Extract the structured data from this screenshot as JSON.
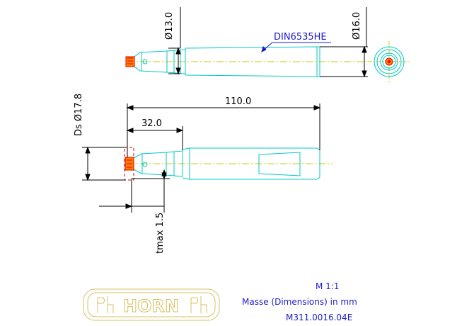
{
  "drawing": {
    "top_view": {
      "dim_shank_diameter": "Ø13.0",
      "dim_body_diameter": "Ø16.0",
      "standard_callout": "DIN6535HE"
    },
    "side_view": {
      "dim_overall_length": "110.0",
      "dim_head_length": "32.0",
      "dim_swing_diameter": "Ds Ø17.8",
      "dim_depth": "tmax 1.5"
    },
    "logo": {
      "text": "HORN"
    },
    "info_block": {
      "scale": "M 1:1",
      "units": "Masse (Dimensions) in mm",
      "part_number": "M311.0016.04E"
    },
    "colors": {
      "outline": "#00c8c8",
      "centerline": "#c8c800",
      "dimension": "#000000",
      "insert": "#e00000",
      "insert_fill": "#ff8000",
      "callout": "#1c1cc8",
      "logo": "#d8c060"
    }
  }
}
